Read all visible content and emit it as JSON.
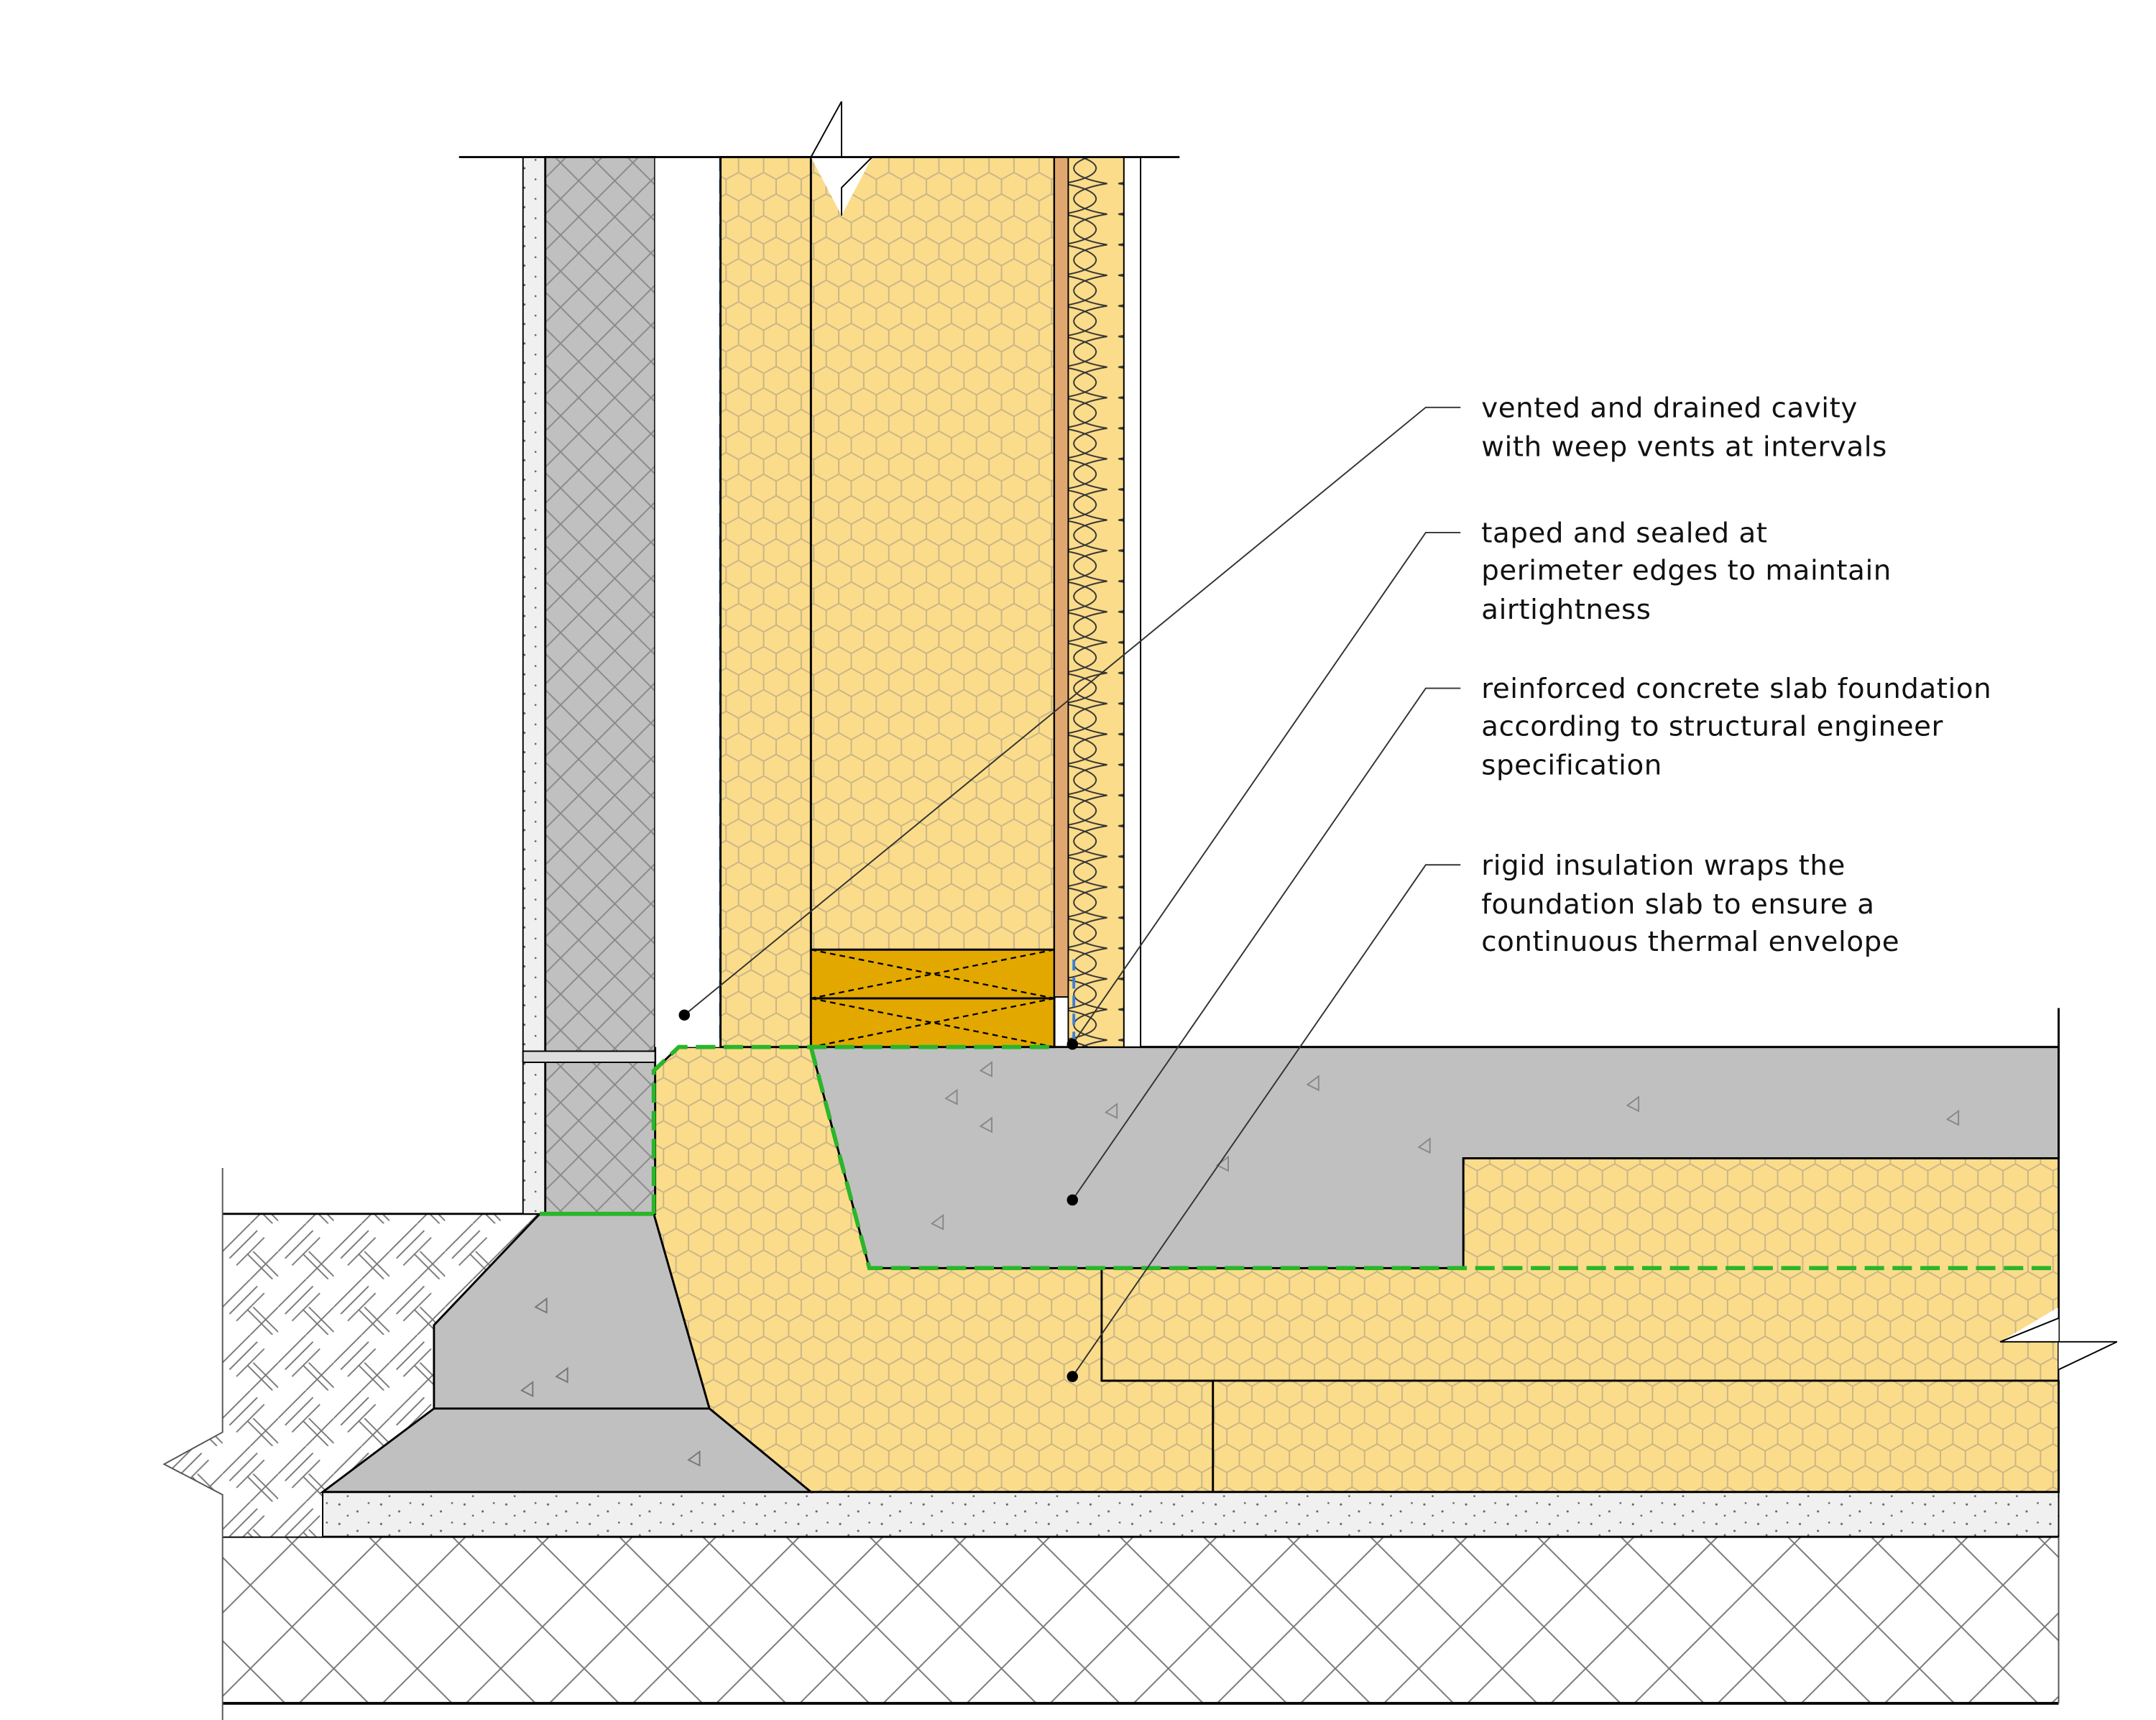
{
  "diagram": {
    "type": "construction detail section",
    "colors": {
      "insulation": "#fbdc8a",
      "hex_line": "#c8b58a",
      "concrete": "#c0c0c0",
      "timber": "#e3a800",
      "board": "#e0a870",
      "membrane_green": "#2bb52b",
      "vapour_blue": "#3b7fd6"
    },
    "annotations": [
      {
        "lines": [
          "vented and drained cavity",
          "with weep vents at intervals"
        ]
      },
      {
        "lines": [
          "taped and sealed at",
          "perimeter edges to maintain",
          "airtightness"
        ]
      },
      {
        "lines": [
          "reinforced concrete slab foundation",
          "according to structural engineer",
          "specification"
        ]
      },
      {
        "lines": [
          "rigid insulation wraps the",
          "foundation slab to ensure a",
          "continuous thermal envelope"
        ]
      }
    ]
  }
}
